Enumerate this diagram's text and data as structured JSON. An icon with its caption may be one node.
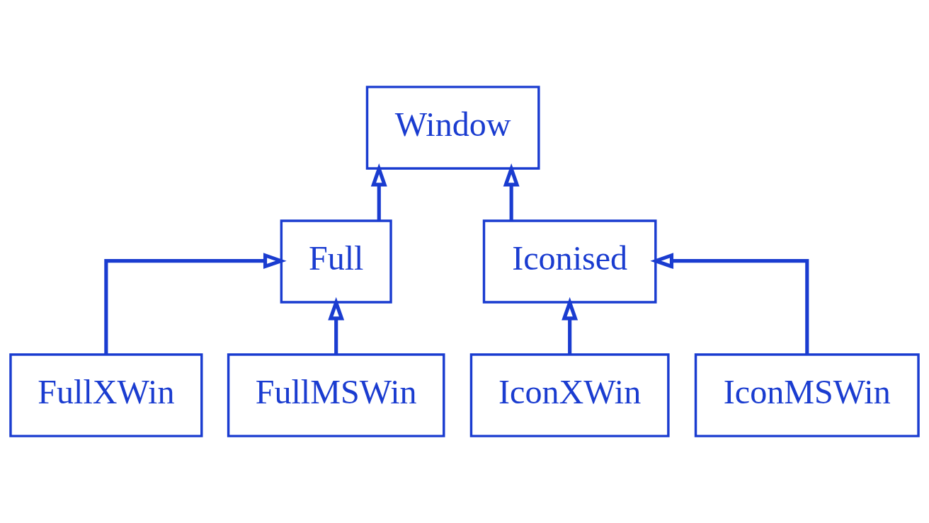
{
  "diagram": {
    "nodes": [
      {
        "text": [
          "Window"
        ]
      },
      {
        "text": [
          "Full"
        ]
      },
      {
        "text": [
          "Iconised"
        ]
      },
      {
        "text": [
          "FullXWin"
        ]
      },
      {
        "text": [
          "FullMSWin"
        ]
      },
      {
        "text": [
          "IconXWin"
        ]
      },
      {
        "text": [
          "IconMSWin"
        ]
      }
    ],
    "edges": [
      {
        "from": 1,
        "to": 0,
        "arrow": "to"
      },
      {
        "from": 2,
        "to": 0,
        "arrow": "to"
      },
      {
        "from": 3,
        "to": 1,
        "arrow": "to"
      },
      {
        "from": 4,
        "to": 1,
        "arrow": "to"
      },
      {
        "from": 5,
        "to": 2,
        "arrow": "to"
      },
      {
        "from": 6,
        "to": 2,
        "arrow": "to"
      }
    ]
  }
}
